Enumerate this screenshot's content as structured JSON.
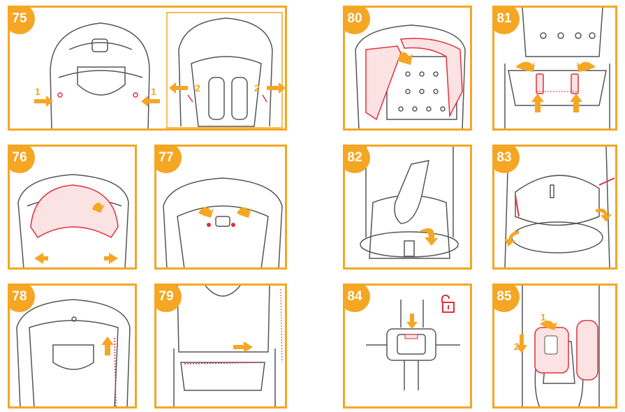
{
  "steps": [
    "75",
    "76",
    "77",
    "78",
    "79",
    "80",
    "81",
    "82",
    "83",
    "84",
    "85"
  ],
  "labels": {
    "p75_left_1": "1",
    "p75_right_1": "1",
    "p75_inset_left_2": "2",
    "p75_inset_right_2": "2",
    "p85_1": "1",
    "p85_2": "2"
  },
  "icons": [
    "unlock-icon"
  ],
  "colors": {
    "accent": "#f5a623",
    "highlight": "#e0303a",
    "line": "#555555"
  }
}
